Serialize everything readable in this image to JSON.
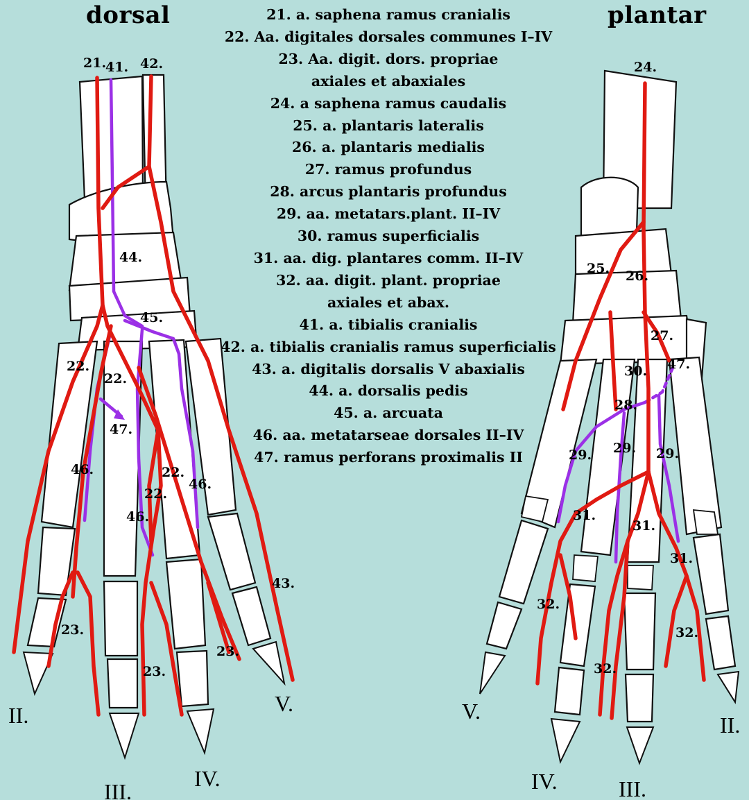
{
  "titles": {
    "dorsal": "dorsal",
    "plantar": "plantar"
  },
  "legend": [
    "21. a. saphena ramus cranialis",
    "22. Aa. digitales dorsales communes I–IV",
    "23. Aa. digit. dors. propriae",
    "axiales et abaxiales",
    "24. a saphena ramus caudalis",
    "25. a. plantaris lateralis",
    "26. a. plantaris medialis",
    "27. ramus profundus",
    "28. arcus plantaris profundus",
    "29. aa. metatars.plant. II–IV",
    "30. ramus superficialis",
    "31. aa. dig. plantares comm. II–IV",
    "32. aa. digit. plant. propriae",
    "axiales et abax.",
    "41. a. tibialis cranialis",
    "42. a. tibialis cranialis ramus superficialis",
    "43. a. digitalis dorsalis V abaxialis",
    "44. a. dorsalis pedis",
    "45. a. arcuata",
    "46. aa. metatarseae dorsales II–IV",
    "47. ramus perforans proximalis II"
  ],
  "dorsal_labels": {
    "l21": "21.",
    "l41": "41.",
    "l42": "42.",
    "l44": "44.",
    "l45": "45.",
    "l22a": "22.",
    "l22b": "22.",
    "l22c": "22.",
    "l22d": "22.",
    "l47": "47.",
    "l46a": "46.",
    "l46b": "46.",
    "l46c": "46.",
    "l43": "43.",
    "l23a": "23.",
    "l23b": "23.",
    "l23c": "23."
  },
  "plantar_labels": {
    "l24": "24.",
    "l25": "25.",
    "l26": "26.",
    "l27": "27.",
    "l30": "30.",
    "l47": "47.",
    "l28": "28.",
    "l29a": "29.",
    "l29b": "29.",
    "l29c": "29.",
    "l31a": "31.",
    "l31b": "31.",
    "l31c": "31.",
    "l32a": "32.",
    "l32b": "32.",
    "l32c": "32."
  },
  "dorsal_digits": {
    "d2": "II.",
    "d3": "III.",
    "d4": "IV.",
    "d5": "V."
  },
  "plantar_digits": {
    "d5": "V.",
    "d4": "IV.",
    "d3": "III.",
    "d2": "II."
  },
  "colors": {
    "background": "#b6dedb",
    "artery": "#e01a12",
    "dorsal_artery": "#9b30e6",
    "bone": "#ffffff"
  }
}
